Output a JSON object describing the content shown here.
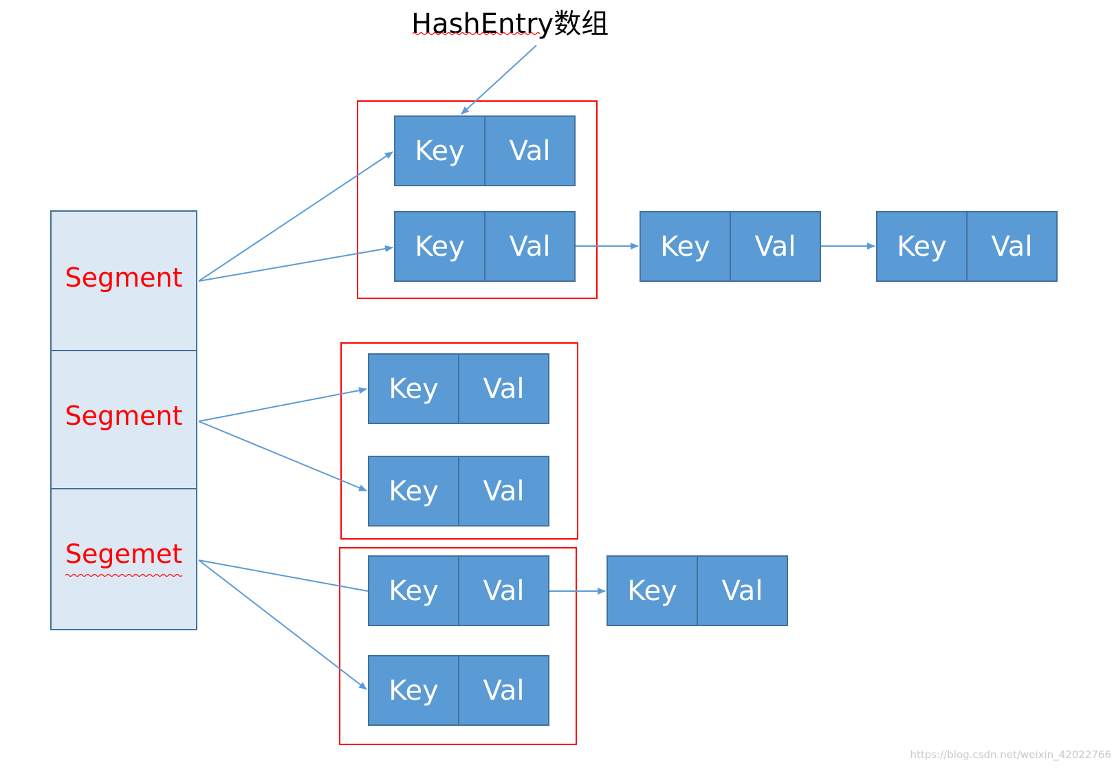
{
  "title": "HashEntry数组",
  "segments": [
    "Segment",
    "Segment",
    "Segemet"
  ],
  "entry": {
    "key": "Key",
    "val": "Val"
  },
  "watermark": "https://blog.csdn.net/weixin_42022766",
  "colors": {
    "entry_fill": "#5b9bd5",
    "entry_border": "#41719c",
    "segment_fill": "#dde8f5",
    "segment_label": "#ff0000",
    "frame": "#ff0000",
    "arrow": "#5b9bd5"
  }
}
